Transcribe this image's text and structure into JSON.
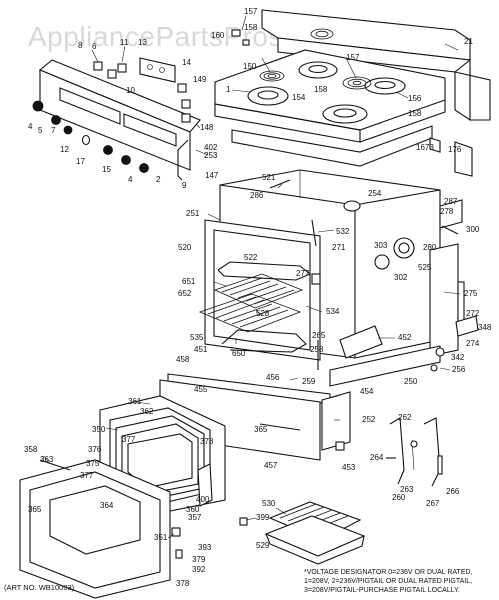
{
  "watermark": "AppliancePartsPros.com",
  "art_number": "(ART NO. WB10003)",
  "voltage_note": [
    "*VOLTAGE DESIGNATOR 0=236V OR DUAL RATED,",
    "1=208V, 2=236V/PIGTAIL OR DUAL RATED PIGTAIL,",
    "3=208V/PIGTAIL-PURCHASE PIGTAIL LOCALLY."
  ],
  "part_labels": [
    {
      "id": "p157a",
      "text": "157"
    },
    {
      "id": "p8",
      "text": "8"
    },
    {
      "id": "p6",
      "text": "6"
    },
    {
      "id": "p11",
      "text": "11"
    },
    {
      "id": "p13",
      "text": "13"
    },
    {
      "id": "p160",
      "text": "160"
    },
    {
      "id": "p158a",
      "text": "158"
    },
    {
      "id": "p21",
      "text": "21"
    },
    {
      "id": "p14",
      "text": "14"
    },
    {
      "id": "p149",
      "text": "149"
    },
    {
      "id": "p10",
      "text": "10"
    },
    {
      "id": "p150",
      "text": "150"
    },
    {
      "id": "p157b",
      "text": "157"
    },
    {
      "id": "p1",
      "text": "1"
    },
    {
      "id": "p154",
      "text": "154"
    },
    {
      "id": "p158b",
      "text": "158"
    },
    {
      "id": "p156",
      "text": "156"
    },
    {
      "id": "p158c",
      "text": "158"
    },
    {
      "id": "p4a",
      "text": "4"
    },
    {
      "id": "p5a",
      "text": "5"
    },
    {
      "id": "p7",
      "text": "7"
    },
    {
      "id": "p12",
      "text": "12"
    },
    {
      "id": "p15",
      "text": "15"
    },
    {
      "id": "p4b",
      "text": "4"
    },
    {
      "id": "p17",
      "text": "17"
    },
    {
      "id": "p2",
      "text": "2"
    },
    {
      "id": "p148",
      "text": "148"
    },
    {
      "id": "p402",
      "text": "402"
    },
    {
      "id": "p253",
      "text": "253"
    },
    {
      "id": "p147",
      "text": "147"
    },
    {
      "id": "p9",
      "text": "9"
    },
    {
      "id": "p1673",
      "text": "1673"
    },
    {
      "id": "p176",
      "text": "176"
    },
    {
      "id": "p521",
      "text": "521"
    },
    {
      "id": "p286",
      "text": "286"
    },
    {
      "id": "p254",
      "text": "254"
    },
    {
      "id": "p251",
      "text": "251"
    },
    {
      "id": "p287",
      "text": "287"
    },
    {
      "id": "p278",
      "text": "278"
    },
    {
      "id": "p300",
      "text": "300"
    },
    {
      "id": "p532",
      "text": "532"
    },
    {
      "id": "p271",
      "text": "271"
    },
    {
      "id": "p520",
      "text": "520"
    },
    {
      "id": "p522",
      "text": "522"
    },
    {
      "id": "p303",
      "text": "303"
    },
    {
      "id": "p280",
      "text": "280"
    },
    {
      "id": "p525",
      "text": "525"
    },
    {
      "id": "p302",
      "text": "302"
    },
    {
      "id": "p651",
      "text": "651"
    },
    {
      "id": "p652",
      "text": "652"
    },
    {
      "id": "p277",
      "text": "277"
    },
    {
      "id": "p534",
      "text": "534"
    },
    {
      "id": "p275",
      "text": "275"
    },
    {
      "id": "p528",
      "text": "528"
    },
    {
      "id": "p272",
      "text": "272"
    },
    {
      "id": "p265",
      "text": "265"
    },
    {
      "id": "p452",
      "text": "452"
    },
    {
      "id": "p348",
      "text": "348"
    },
    {
      "id": "p535",
      "text": "535"
    },
    {
      "id": "p274",
      "text": "274"
    },
    {
      "id": "p451",
      "text": "451"
    },
    {
      "id": "p650",
      "text": "650"
    },
    {
      "id": "p258",
      "text": "258"
    },
    {
      "id": "p342",
      "text": "342"
    },
    {
      "id": "p458",
      "text": "458"
    },
    {
      "id": "p456",
      "text": "456"
    },
    {
      "id": "p259",
      "text": "259"
    },
    {
      "id": "p256",
      "text": "256"
    },
    {
      "id": "p250",
      "text": "250"
    },
    {
      "id": "p455",
      "text": "455"
    },
    {
      "id": "p454",
      "text": "454"
    },
    {
      "id": "p361",
      "text": "361"
    },
    {
      "id": "p362",
      "text": "362"
    },
    {
      "id": "p252",
      "text": "252"
    },
    {
      "id": "p262",
      "text": "262"
    },
    {
      "id": "p350",
      "text": "350"
    },
    {
      "id": "p365a",
      "text": "365"
    },
    {
      "id": "p376",
      "text": "376"
    },
    {
      "id": "p377a",
      "text": "377"
    },
    {
      "id": "p378a",
      "text": "378"
    },
    {
      "id": "p264",
      "text": "264"
    },
    {
      "id": "p358",
      "text": "358"
    },
    {
      "id": "p363",
      "text": "363"
    },
    {
      "id": "p375",
      "text": "375"
    },
    {
      "id": "p457",
      "text": "457"
    },
    {
      "id": "p453",
      "text": "453"
    },
    {
      "id": "p263",
      "text": "263"
    },
    {
      "id": "p266",
      "text": "266"
    },
    {
      "id": "p377b",
      "text": "377"
    },
    {
      "id": "p260",
      "text": "260"
    },
    {
      "id": "p267",
      "text": "267"
    },
    {
      "id": "p400",
      "text": "400"
    },
    {
      "id": "p365b",
      "text": "365"
    },
    {
      "id": "p364",
      "text": "364"
    },
    {
      "id": "p360",
      "text": "360"
    },
    {
      "id": "p357",
      "text": "357"
    },
    {
      "id": "p530",
      "text": "530"
    },
    {
      "id": "p399",
      "text": "399"
    },
    {
      "id": "p351",
      "text": "351"
    },
    {
      "id": "p529",
      "text": "529"
    },
    {
      "id": "p393",
      "text": "393"
    },
    {
      "id": "p379",
      "text": "379"
    },
    {
      "id": "p392",
      "text": "392"
    },
    {
      "id": "p378b",
      "text": "378"
    }
  ]
}
